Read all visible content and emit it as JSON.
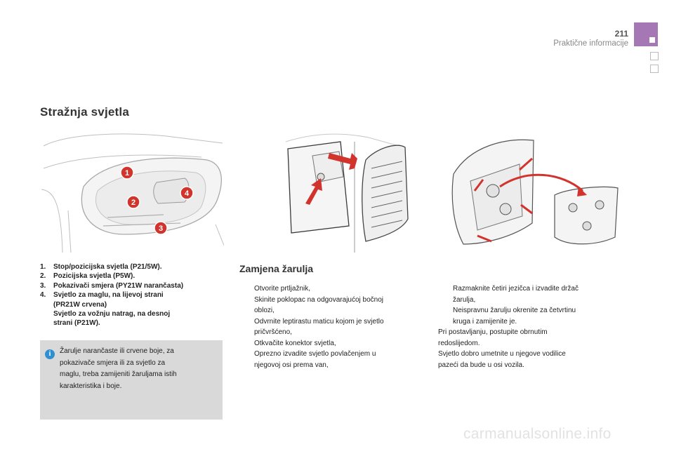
{
  "header": {
    "page_number": "211",
    "section": "Praktične informacije"
  },
  "title": "Stražnja svjetla",
  "parts": [
    {
      "n": "1.",
      "text": "Stop/pozicijska svjetla (P21/5W)."
    },
    {
      "n": "2.",
      "text": "Pozicijska svjetla (P5W)."
    },
    {
      "n": "3.",
      "text": "Pokazivači smjera (PY21W narančasta)"
    },
    {
      "n": "4.",
      "text": "Svjetlo za maglu, na lijevoj strani"
    },
    {
      "n": "",
      "text": "(PR21W crvena)"
    },
    {
      "n": "",
      "text": "Svjetlo za vožnju natrag, na desnoj"
    },
    {
      "n": "",
      "text": "strani (P21W)."
    }
  ],
  "note": {
    "icon": "info-icon",
    "icon_glyph": "i",
    "lines": [
      "Žarulje narančaste ili crvene boje, za",
      "pokazivače smjera ili za svjetlo za",
      "maglu, treba zamijeniti žaruljama istih",
      "karakteristika i boje."
    ]
  },
  "bulb_section": {
    "title": "Zamjena žarulja",
    "bullet_glyph": "",
    "col1": [
      {
        "bullet": true,
        "text": "Otvorite prtljažnik,"
      },
      {
        "bullet": true,
        "text": "Skinite poklopac na odgovarajućoj bočnoj"
      },
      {
        "bullet": false,
        "text": "oblozi,"
      },
      {
        "bullet": true,
        "text": "Odvrnite leptirastu maticu kojom je svjetlo"
      },
      {
        "bullet": false,
        "text": "pričvršćeno,"
      },
      {
        "bullet": true,
        "text": "Otkvačite konektor svjetla,"
      },
      {
        "bullet": true,
        "text": "Oprezno izvadite svjetlo povlačenjem u"
      },
      {
        "bullet": false,
        "text": "njegovoj osi prema van,"
      }
    ],
    "col2_steps": [
      {
        "bullet": true,
        "text": "Razmaknite četiri jezičca i izvadite držač"
      },
      {
        "bullet": false,
        "text": "žarulja,"
      },
      {
        "bullet": true,
        "text": "Neispravnu žarulju okrenite za četvrtinu"
      },
      {
        "bullet": false,
        "text": "kruga i zamijenite je."
      }
    ],
    "col2_text": [
      "Pri postavljanju, postupite obrnutim",
      "redoslijedom.",
      "Svjetlo dobro umetnite u njegove vodilice",
      "pazeći da bude u osi vozila."
    ]
  },
  "figure1_labels": [
    "1",
    "2",
    "3",
    "4"
  ],
  "colors": {
    "accent_tab": "#a578b5",
    "callout_red": "#d0342c",
    "note_bg": "#d9d9d9",
    "info_blue": "#2f8fd0"
  },
  "watermark": "carmanualsonline.info"
}
